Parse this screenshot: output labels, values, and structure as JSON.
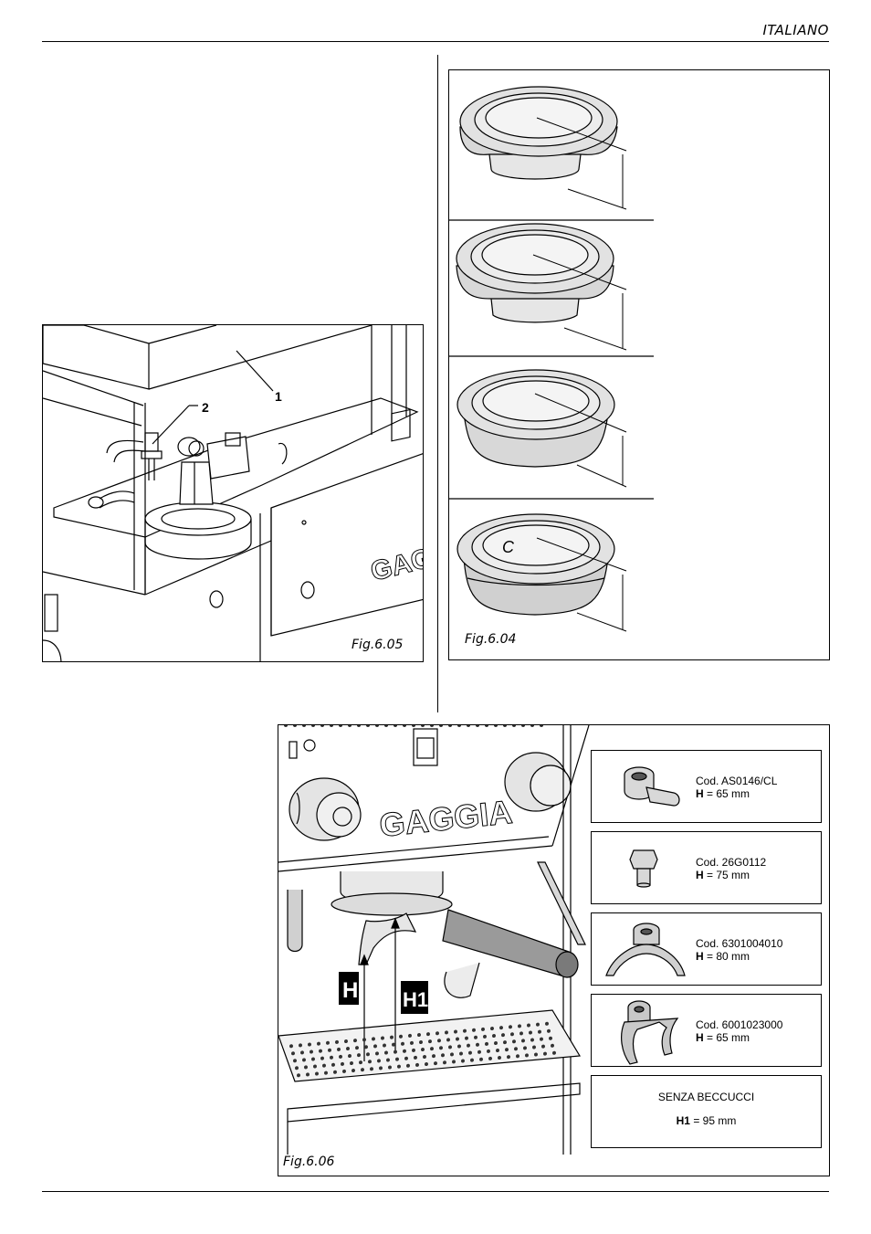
{
  "header": {
    "language": "ITALIANO"
  },
  "fig605": {
    "caption": "Fig.6.05",
    "label_1": "1",
    "label_2": "2",
    "brand": "GAGG"
  },
  "fig604": {
    "caption": "Fig.6.04",
    "label_c": "C"
  },
  "fig606": {
    "caption": "Fig.6.06",
    "brand": "GAGGIA",
    "label_h": "H",
    "label_h1": "H1",
    "spouts": [
      {
        "code": "Cod. AS0146/CL",
        "h_label": "H",
        "h_value": " = 65 mm"
      },
      {
        "code": "Cod. 26G0112",
        "h_label": "H",
        "h_value": " = 75 mm"
      },
      {
        "code": "Cod. 6301004010",
        "h_label": "H",
        "h_value": " = 80 mm"
      },
      {
        "code": "Cod. 6001023000",
        "h_label": "H",
        "h_value": " = 65 mm"
      }
    ],
    "no_spout": {
      "title": "SENZA BECCUCCI",
      "h_label": "H1",
      "h_value": " = 95 mm"
    }
  }
}
